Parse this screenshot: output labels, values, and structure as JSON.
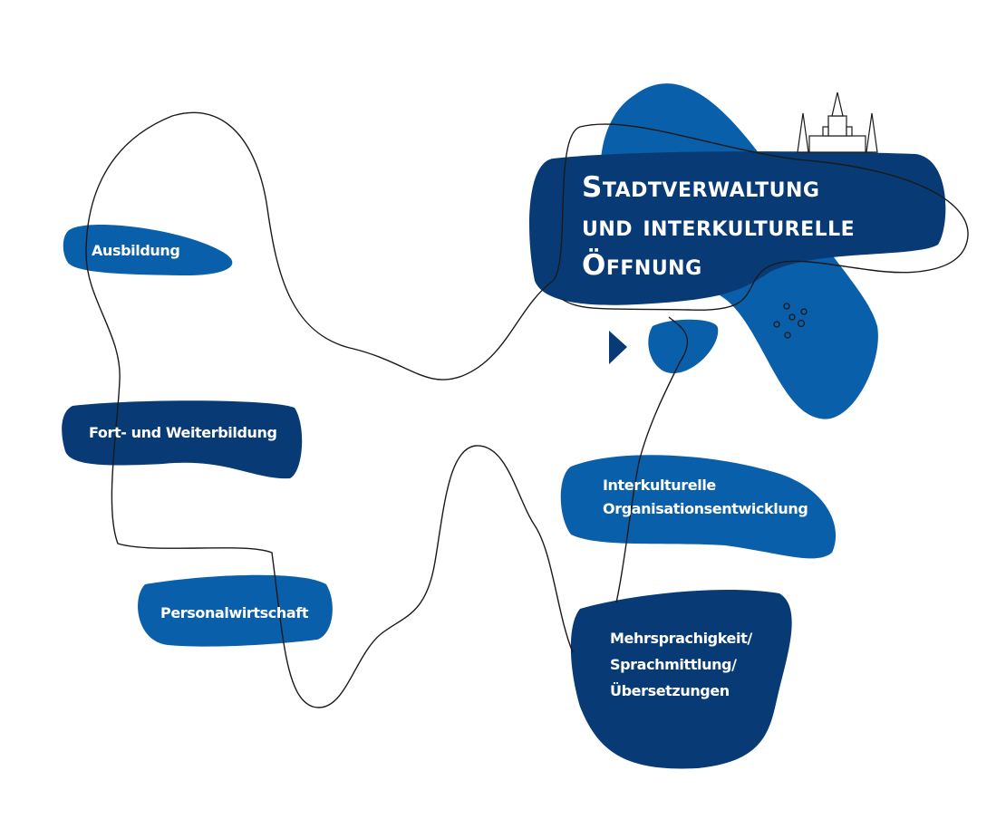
{
  "title": {
    "line1": "Stadtverwaltung",
    "line2": "und interkulturelle",
    "line3": "Öffnung"
  },
  "nodes": [
    {
      "label": "Ausbildung"
    },
    {
      "label": "Fort- und Weiterbildung"
    },
    {
      "label": "Personalwirtschaft"
    },
    {
      "label_line1": "Interkulturelle",
      "label_line2": "Organisationsentwicklung"
    },
    {
      "label_line1": "Mehrsprachigkeit/",
      "label_line2": "Sprachmittlung/",
      "label_line3": "Übersetzungen"
    }
  ],
  "colors": {
    "light_blue": "#0a5faa",
    "dark_blue": "#083b76",
    "line": "#1a1a1a"
  },
  "icons": [
    "castle-icon",
    "play-triangle-icon",
    "dots-icon"
  ]
}
